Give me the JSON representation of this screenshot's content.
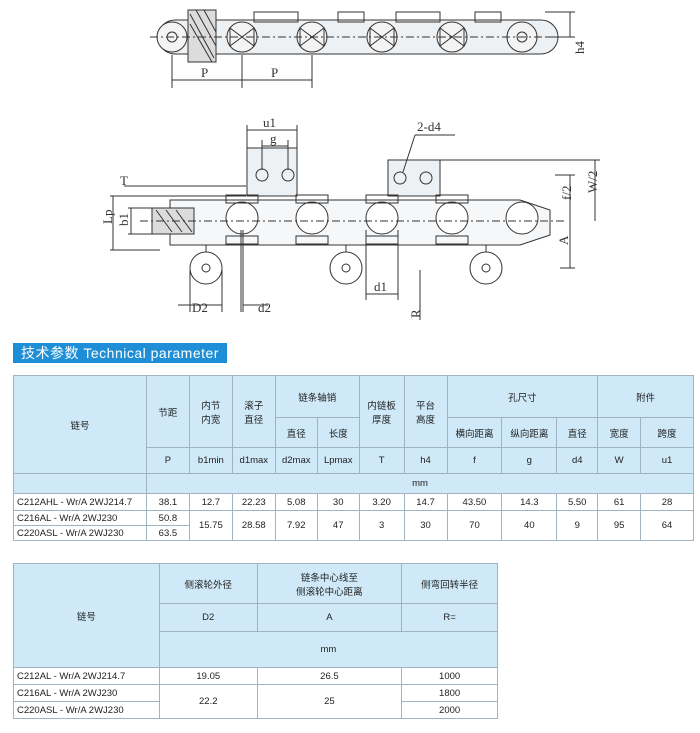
{
  "drawing_labels": {
    "top_h4": "h4",
    "top_p1": "P",
    "top_p2": "P",
    "u1": "u1",
    "g": "g",
    "two_d4": "2-d4",
    "T": "T",
    "lp": "Lp",
    "b1": "b1",
    "f2": "f/2",
    "w2": "W/2",
    "A": "A",
    "d1": "d1",
    "d2_left": "D2",
    "d2_right": "d2",
    "R": "R"
  },
  "section_title": "技术参数 Technical parameter",
  "table1": {
    "chain_no": "链号",
    "pitch": "节距",
    "inner_width": [
      "内节",
      "内宽"
    ],
    "roller": [
      "滚子",
      "直径"
    ],
    "pin": "链条轴销",
    "pin_dia": "直径",
    "pin_len": "长度",
    "plate_thk": [
      "内链板",
      "厚度"
    ],
    "plat_height": [
      "平台",
      "高度"
    ],
    "hole": "孔尺寸",
    "hole_trans": "横向距离",
    "hole_long": "纵向距离",
    "hole_dia": "直径",
    "attach": "附件",
    "attach_w": "宽度",
    "attach_span": "跨度",
    "symbols": [
      "P",
      "b1min",
      "d1max",
      "d2max",
      "Lpmax",
      "T",
      "h4",
      "f",
      "g",
      "d4",
      "W",
      "u1"
    ],
    "unit": "mm",
    "rows": [
      {
        "name": "C212AHL - Wr/A 2WJ214.7",
        "P": "38.1",
        "b1": "12.7",
        "d1": "22.23",
        "d2": "5.08",
        "lp": "30",
        "T": "3.20",
        "h4": "14.7",
        "f": "43.50",
        "g": "14.3",
        "d4": "5.50",
        "W": "61",
        "u1": "28"
      },
      {
        "name": "C216AL - Wr/A 2WJ230",
        "P": "50.8",
        "b1": "15.75",
        "d1": "28.58",
        "d2": "7.92",
        "lp": "47",
        "T": "3",
        "h4": "30",
        "f": "70",
        "g": "40",
        "d4": "9",
        "W": "95",
        "u1": "64"
      },
      {
        "name": "C220ASL - Wr/A 2WJ230",
        "P": "63.5"
      }
    ]
  },
  "table2": {
    "chain_no": "链号",
    "side_roller": "侧滚轮外径",
    "center_dist": [
      "链条中心线至",
      "侧滚轮中心距离"
    ],
    "bend_radius": "侧弯回转半径",
    "symbols": [
      "D2",
      "A",
      "R="
    ],
    "unit": "mm",
    "rows": [
      {
        "name": "C212AL - Wr/A 2WJ214.7",
        "D2": "19.05",
        "A": "26.5",
        "R": "1000"
      },
      {
        "name": "C216AL - Wr/A 2WJ230",
        "D2": "22.2",
        "A": "25",
        "R": "1800"
      },
      {
        "name": "C220ASL - Wr/A 2WJ230",
        "R": "2000"
      }
    ]
  }
}
